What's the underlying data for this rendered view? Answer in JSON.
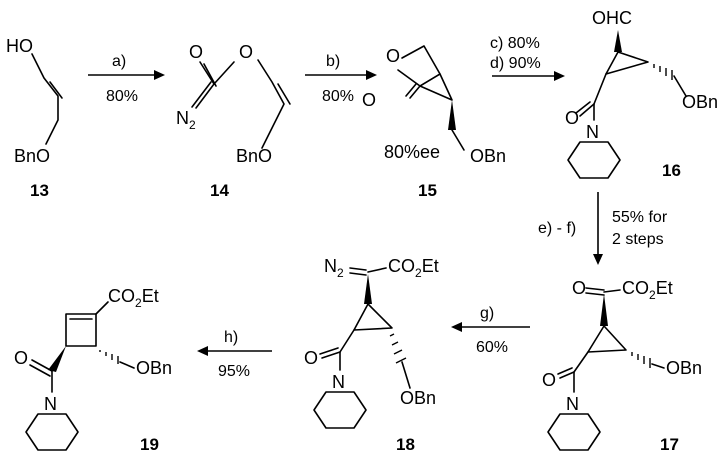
{
  "compounds": [
    {
      "id": "13"
    },
    {
      "id": "14"
    },
    {
      "id": "15",
      "note": "80%ee"
    },
    {
      "id": "16"
    },
    {
      "id": "17"
    },
    {
      "id": "18"
    },
    {
      "id": "19"
    }
  ],
  "atoms": {
    "oh": "HO",
    "obn_left": "BnO",
    "obn_right": "OBn",
    "ohc": "OHC",
    "o": "O",
    "n": "N",
    "n2": "N",
    "n2_sub": "2",
    "co2et_pre": "CO",
    "co2et_sub": "2",
    "co2et_post": "Et"
  },
  "steps": [
    {
      "above": "a)",
      "below": "80%"
    },
    {
      "above": "b)",
      "below": "80%"
    },
    {
      "above": "c) 80%",
      "below": "d) 90%"
    },
    {
      "left": "e) - f)",
      "right1": "55% for",
      "right2": "2 steps"
    },
    {
      "above": "g)",
      "below": "60%"
    },
    {
      "above": "h)",
      "below": "95%"
    }
  ]
}
